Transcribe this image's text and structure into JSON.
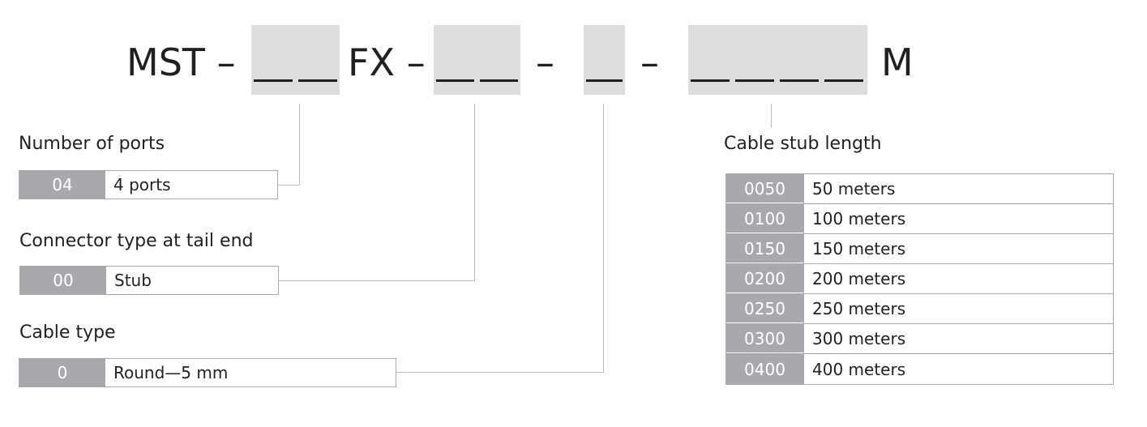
{
  "part_number": {
    "prefix": "MST –",
    "fx": "FX –",
    "dash1": "–",
    "dash2": "–",
    "suffix": "M"
  },
  "sections": {
    "ports": {
      "title": "Number of ports",
      "options": [
        {
          "code": "04",
          "label": "4 ports"
        }
      ]
    },
    "connector": {
      "title": "Connector type at tail end",
      "options": [
        {
          "code": "00",
          "label": "Stub"
        }
      ]
    },
    "cable_type": {
      "title": "Cable type",
      "options": [
        {
          "code": "0",
          "label": "Round—5 mm"
        }
      ]
    },
    "stub_length": {
      "title": "Cable stub length",
      "options": [
        {
          "code": "0050",
          "label": "50 meters"
        },
        {
          "code": "0100",
          "label": "100 meters"
        },
        {
          "code": "0150",
          "label": "150 meters"
        },
        {
          "code": "0200",
          "label": "200 meters"
        },
        {
          "code": "0250",
          "label": "250 meters"
        },
        {
          "code": "0300",
          "label": "300 meters"
        },
        {
          "code": "0400",
          "label": "400 meters"
        }
      ]
    }
  },
  "colors": {
    "box_fill": "#dcdddf",
    "code_fill": "#a7a9ac",
    "text": "#231f20",
    "connector_line": "#bdbdbd"
  }
}
